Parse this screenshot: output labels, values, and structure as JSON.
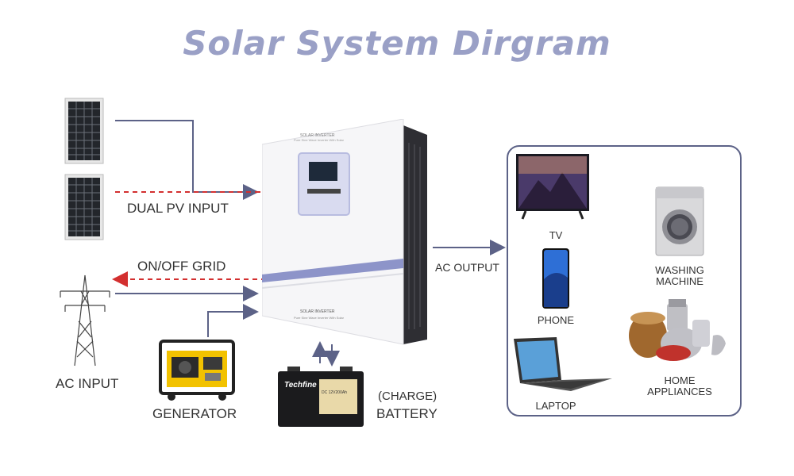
{
  "title": "Solar System  Dirgram",
  "labels": {
    "dual_pv_input": "DUAL PV INPUT",
    "on_off_grid": "ON/OFF GRID",
    "ac_input": "AC INPUT",
    "generator": "GENERATOR",
    "battery_note": "(CHARGE)",
    "battery": "BATTERY",
    "ac_output": "AC OUTPUT"
  },
  "inverter": {
    "top_label": "SOLAR INVERTER",
    "sub_label": "Pure Sine Wave Inverter With Solar",
    "bottom_label": "SOLAR INVERTER",
    "bottom_sub": "Pure Sine Wave Inverter With Solar"
  },
  "battery_unit": {
    "brand": "Techfine",
    "spec": "DC 12V200Ah"
  },
  "loads": {
    "tv": "TV",
    "phone": "PHONE",
    "laptop": "LAPTOP",
    "washing_machine_1": "WASHING",
    "washing_machine_2": "MACHINE",
    "home_appliances_1": "HOME",
    "home_appliances_2": "APPLIANCES"
  },
  "colors": {
    "title": "#9aa0c6",
    "line": "#5c6287",
    "dashed": "#d32f2f"
  }
}
